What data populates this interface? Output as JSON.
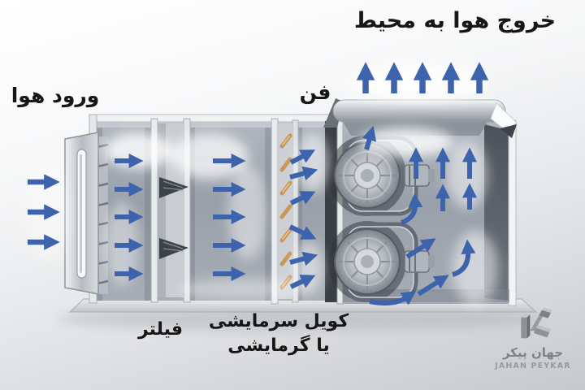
{
  "labels": {
    "air_outlet": "خروج هوا به محیط",
    "air_inlet": "ورود هوا",
    "fan": "فن",
    "filter": "فیلتر",
    "coil_line1": "کویل سرمایشی",
    "coil_line2": "یا گرمایشی"
  },
  "logo": {
    "name_fa": "جهان پیکر",
    "name_en": "JAHAN PEYKAR"
  },
  "colors": {
    "arrow_blue": "#3e63ad",
    "label_text": "#161616",
    "coil_gold": "#cc9c5e",
    "casing_light": "#eceff1",
    "interior_gray": "#9aa1ab",
    "dark_panel": "#565c64",
    "logo_text": "#7f8286"
  }
}
